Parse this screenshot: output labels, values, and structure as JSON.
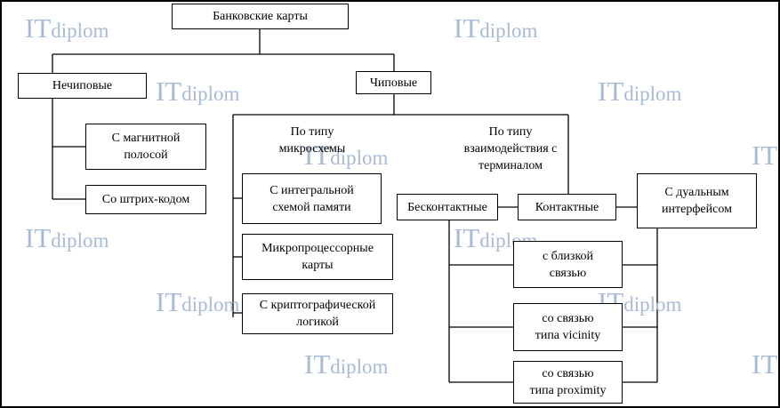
{
  "diagram": {
    "root": "Банковские карты",
    "non_chip": {
      "label": "Нечиповые",
      "children": [
        "С магнитной\nполосой",
        "Со штрих-кодом"
      ]
    },
    "chip": {
      "label": "Чиповые",
      "by_chip_type": {
        "heading": "По типу\nмикросхемы",
        "children": [
          "С интегральной\nсхемой памяти",
          "Микропроцессорные\nкарты",
          "С криптографической\nлогикой"
        ]
      },
      "by_terminal": {
        "heading": "По типу\nвзаимодействия с\nтерминалом",
        "contactless": "Бесконтактные",
        "contact": "Контактные",
        "dual": "С дуальным\nинтерфейсом",
        "contactless_children": [
          "с близкой\nсвязью",
          "со связью\nтипа vicinity",
          "со связью\nтипа proximity"
        ]
      }
    }
  },
  "watermark": {
    "it": "IT",
    "rest": "diplom",
    "color": "#a8bbd6"
  }
}
